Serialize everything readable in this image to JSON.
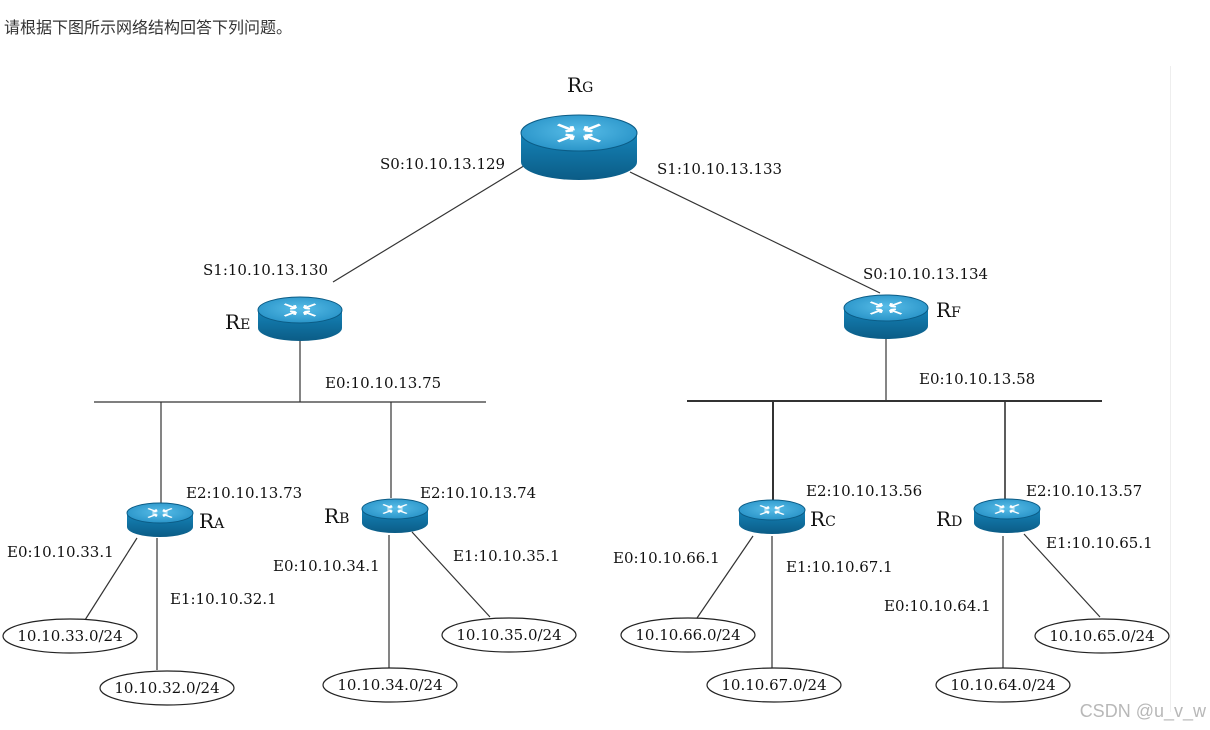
{
  "question_text": "请根据下图所示网络结构回答下列问题。",
  "watermark": "CSDN @u_v_w",
  "routers": {
    "g": {
      "letter": "R",
      "sub": "G"
    },
    "e": {
      "letter": "R",
      "sub": "E"
    },
    "f": {
      "letter": "R",
      "sub": "F"
    },
    "a": {
      "letter": "R",
      "sub": "A"
    },
    "b": {
      "letter": "R",
      "sub": "B"
    },
    "c": {
      "letter": "R",
      "sub": "C"
    },
    "d": {
      "letter": "R",
      "sub": "D"
    }
  },
  "interfaces": {
    "g_s0": "S0:10.10.13.129",
    "g_s1": "S1:10.10.13.133",
    "e_s1": "S1:10.10.13.130",
    "f_s0": "S0:10.10.13.134",
    "e_e0": "E0:10.10.13.75",
    "f_e0": "E0:10.10.13.58",
    "a_e2": "E2:10.10.13.73",
    "b_e2": "E2:10.10.13.74",
    "c_e2": "E2:10.10.13.56",
    "d_e2": "E2:10.10.13.57",
    "a_e0": "E0:10.10.33.1",
    "a_e1": "E1:10.10.32.1",
    "b_e0": "E0:10.10.34.1",
    "b_e1": "E1:10.10.35.1",
    "c_e0": "E0:10.10.66.1",
    "c_e1": "E1:10.10.67.1",
    "d_e0": "E0:10.10.64.1",
    "d_e1": "E1:10.10.65.1"
  },
  "networks": {
    "n33": "10.10.33.0/24",
    "n32": "10.10.32.0/24",
    "n34": "10.10.34.0/24",
    "n35": "10.10.35.0/24",
    "n66": "10.10.66.0/24",
    "n67": "10.10.67.0/24",
    "n64": "10.10.64.0/24",
    "n65": "10.10.65.0/24"
  },
  "colors": {
    "router_top": "#2f9fd4",
    "router_side": "#0f6e9e",
    "arrow": "#ffffff",
    "line": "#333333"
  }
}
